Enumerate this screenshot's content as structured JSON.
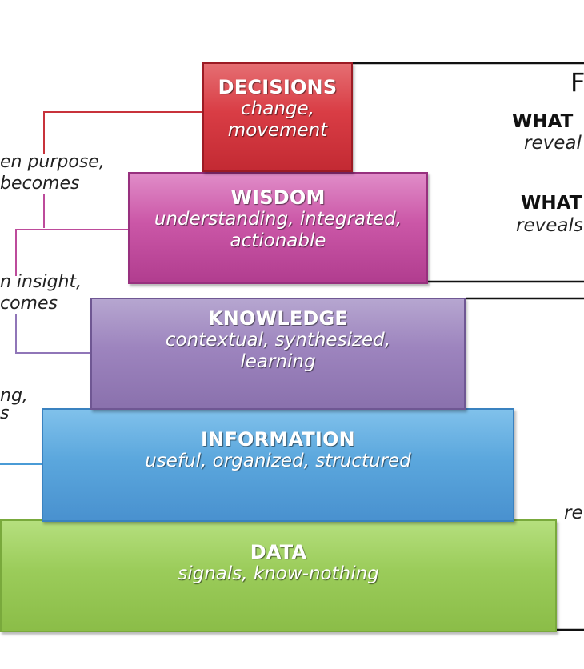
{
  "tiers": {
    "decisions": {
      "name": "DECISIONS",
      "desc1": "change,",
      "desc2": "movement"
    },
    "wisdom": {
      "name": "WISDOM",
      "desc1": "understanding, integrated,",
      "desc2": "actionable"
    },
    "knowledge": {
      "name": "KNOWLEDGE",
      "desc1": "contextual, synthesized,",
      "desc2": "learning"
    },
    "information": {
      "name": "INFORMATION",
      "desc1": "useful, organized, structured"
    },
    "data": {
      "name": "DATA",
      "desc1": "signals, know-nothing"
    }
  },
  "left_notes": {
    "n1a": "en purpose,",
    "n1b": "becomes",
    "n2a": "n insight,",
    "n2b": "comes",
    "n3a": "ng,",
    "n3b": "s"
  },
  "right_labels": {
    "letter": "F",
    "what1": "WHAT",
    "reveal1": "reveal",
    "what2": "WHAT",
    "reveal2": "reveals",
    "re": "re"
  },
  "colors": {
    "decisions": "#d93d45",
    "wisdom": "#cb57a7",
    "knowledge": "#9d84be",
    "information": "#5ba7dd",
    "data": "#9bcc5a"
  }
}
